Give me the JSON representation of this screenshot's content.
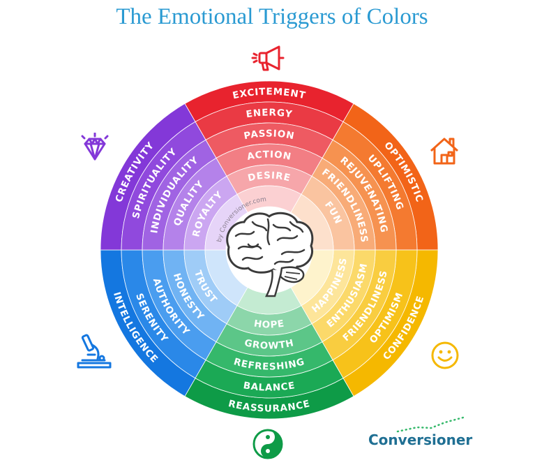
{
  "title": "The Emotional Triggers of Colors",
  "watermark": "by Conversioner.com",
  "brand": "Conversioner",
  "center_icon": "brain-icon",
  "segments": [
    {
      "id": "red",
      "icon": "megaphone-icon",
      "colors": [
        "#e8232e",
        "#ea3a44",
        "#ee5a62",
        "#f27e84",
        "#f6a6aa",
        "#fbd0d2"
      ],
      "labels": [
        "EXCITEMENT",
        "ENERGY",
        "PASSION",
        "ACTION",
        "DESIRE"
      ]
    },
    {
      "id": "orange",
      "icon": "house-icon",
      "colors": [
        "#f26418",
        "#f47a30",
        "#f69250",
        "#f8ab77",
        "#fac4a0",
        "#fde0cc"
      ],
      "labels": [
        "OPTIMISTIC",
        "UPLIFTING",
        "REJUVENATING",
        "FRIENDLINESS",
        "FUN"
      ]
    },
    {
      "id": "yellow",
      "icon": "smiley-icon",
      "colors": [
        "#f5b800",
        "#f7c21a",
        "#f9cd40",
        "#fbd96a",
        "#fde59a",
        "#fef3cc"
      ],
      "labels": [
        "CONFIDENCE",
        "OPTIMISM",
        "FRIENDLINESS",
        "ENTHUSIASM",
        "HAPPINESS"
      ]
    },
    {
      "id": "green",
      "icon": "yin-yang-icon",
      "colors": [
        "#0e9b47",
        "#1ba955",
        "#35b86b",
        "#5cc688",
        "#8cd6aa",
        "#c4ebd2"
      ],
      "labels": [
        "REASSURANCE",
        "BALANCE",
        "REFRESHING",
        "GROWTH",
        "HOPE"
      ]
    },
    {
      "id": "blue",
      "icon": "microscope-icon",
      "colors": [
        "#1477e0",
        "#2a88e8",
        "#4a9def",
        "#70b3f3",
        "#9fccf7",
        "#cfe5fb"
      ],
      "labels": [
        "INTELLIGENCE",
        "SERENITY",
        "AUTHORITY",
        "HONESTY",
        "TRUST"
      ]
    },
    {
      "id": "purple",
      "icon": "diamond-icon",
      "colors": [
        "#8338d8",
        "#9049dd",
        "#a063e3",
        "#b482ea",
        "#cba6f1",
        "#e6d4f8"
      ],
      "labels": [
        "CREATIVITY",
        "SPIRITUALITY",
        "INDIVIDUALITY",
        "QUALITY",
        "ROYALTY"
      ]
    }
  ]
}
